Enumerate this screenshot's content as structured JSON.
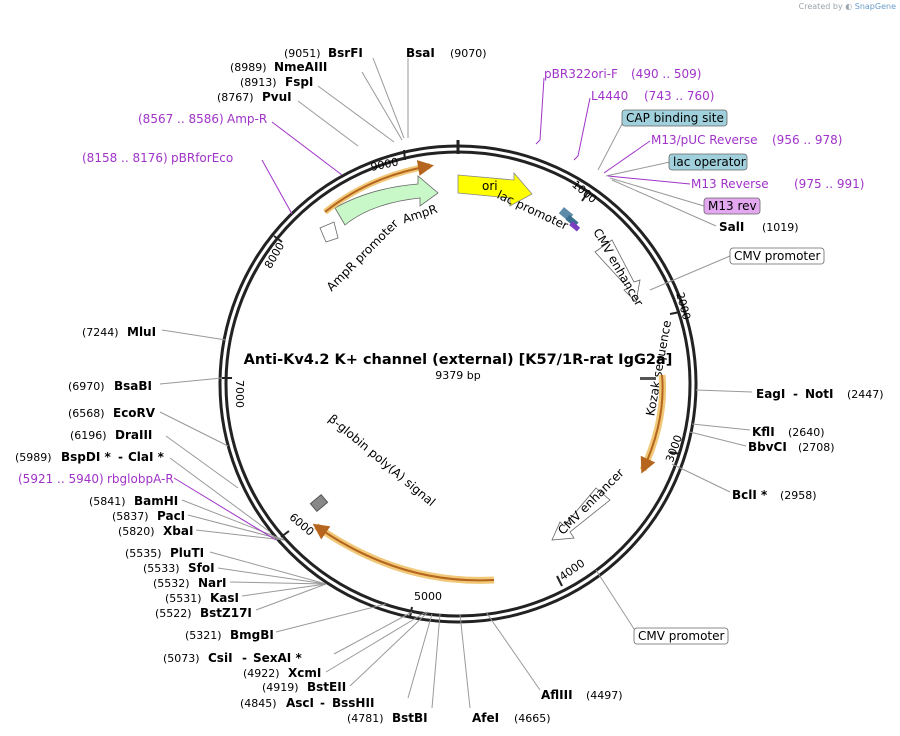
{
  "credit": {
    "prefix": "Created by",
    "brand": "SnapGene"
  },
  "plasmid": {
    "name": "Anti-Kv4.2 K+ channel (external) [K57/1R-rat IgG2a]",
    "length_label": "9379 bp",
    "length": 9379
  },
  "ticks": [
    {
      "label": "1000",
      "pos": 1000
    },
    {
      "label": "2000",
      "pos": 2000
    },
    {
      "label": "3000",
      "pos": 3000
    },
    {
      "label": "4000",
      "pos": 4000
    },
    {
      "label": "5000",
      "pos": 5000
    },
    {
      "label": "6000",
      "pos": 6000
    },
    {
      "label": "7000",
      "pos": 7000
    },
    {
      "label": "8000",
      "pos": 8000
    },
    {
      "label": "9000",
      "pos": 9000
    }
  ],
  "sites": [
    {
      "name": "BsrFI",
      "pos": "(9051)"
    },
    {
      "name": "BsaI",
      "pos": "(9070)"
    },
    {
      "name": "NmeAIII",
      "pos": "(8989)"
    },
    {
      "name": "FspI",
      "pos": "(8913)"
    },
    {
      "name": "PvuI",
      "pos": "(8767)"
    },
    {
      "name": "SalI",
      "pos": "(1019)"
    },
    {
      "name": "EagI",
      "name2": "NotI",
      "pos": "(2447)"
    },
    {
      "name": "KflI",
      "pos": "(2640)"
    },
    {
      "name": "BbvCI",
      "pos": "(2708)"
    },
    {
      "name": "BclI *",
      "pos": "(2958)"
    },
    {
      "name": "AflIII",
      "pos": "(4497)"
    },
    {
      "name": "AfeI",
      "pos": "(4665)"
    },
    {
      "name": "BstBI",
      "pos": "(4781)"
    },
    {
      "name": "AscI",
      "name2": "BssHII",
      "pos": "(4845)"
    },
    {
      "name": "BstEII",
      "pos": "(4919)"
    },
    {
      "name": "XcmI",
      "pos": "(4922)"
    },
    {
      "name": "CsiI",
      "name2": "SexAI *",
      "pos": "(5073)"
    },
    {
      "name": "BmgBI",
      "pos": "(5321)"
    },
    {
      "name": "BstZ17I",
      "pos": "(5522)"
    },
    {
      "name": "KasI",
      "pos": "(5531)"
    },
    {
      "name": "NarI",
      "pos": "(5532)"
    },
    {
      "name": "SfoI",
      "pos": "(5533)"
    },
    {
      "name": "PluTI",
      "pos": "(5535)"
    },
    {
      "name": "XbaI",
      "pos": "(5820)"
    },
    {
      "name": "PacI",
      "pos": "(5837)"
    },
    {
      "name": "BamHI",
      "pos": "(5841)"
    },
    {
      "name": "BspDI *",
      "name2": "ClaI *",
      "pos": "(5989)"
    },
    {
      "name": "DraIII",
      "pos": "(6196)"
    },
    {
      "name": "EcoRV",
      "pos": "(6568)"
    },
    {
      "name": "BsaBI",
      "pos": "(6970)"
    },
    {
      "name": "MluI",
      "pos": "(7244)"
    }
  ],
  "primers": [
    {
      "name": "pBR322ori-F",
      "range": "(490 .. 509)"
    },
    {
      "name": "L4440",
      "range": "(743 .. 760)"
    },
    {
      "name": "M13/pUC Reverse",
      "range": "(956 .. 978)"
    },
    {
      "name": "M13 Reverse",
      "range": "(975 .. 991)"
    },
    {
      "name": "Amp-R",
      "range": "(8567 .. 8586)"
    },
    {
      "name": "pBRforEco",
      "range": "(8158 .. 8176)"
    },
    {
      "name": "rbglobpA-R",
      "range": "(5921 .. 5940)"
    }
  ],
  "boxed_labels": [
    {
      "text": "CAP binding site",
      "color": "#9fd0dc"
    },
    {
      "text": "lac operator",
      "color": "#9fd0dc"
    },
    {
      "text": "M13 rev",
      "color": "#e3a8f0"
    },
    {
      "text": "CMV promoter",
      "color": "#ffffff"
    },
    {
      "text": "CMV promoter",
      "color": "#ffffff"
    }
  ],
  "features": [
    {
      "text": "ori",
      "color": "#ffff00"
    },
    {
      "text": "lac promoter"
    },
    {
      "text": "AmpR",
      "color": "#c8f7c8"
    },
    {
      "text": "AmpR promoter"
    },
    {
      "text": "CMV enhancer"
    },
    {
      "text": "Kozak sequence"
    },
    {
      "text": "CMV enhancer"
    },
    {
      "text": "β-globin poly(A) signal"
    }
  ],
  "colors": {
    "primer": "#a033c8",
    "orf_highlight": "#f0c878",
    "orf_arrow": "#b5651d",
    "backbone": "#222222"
  }
}
